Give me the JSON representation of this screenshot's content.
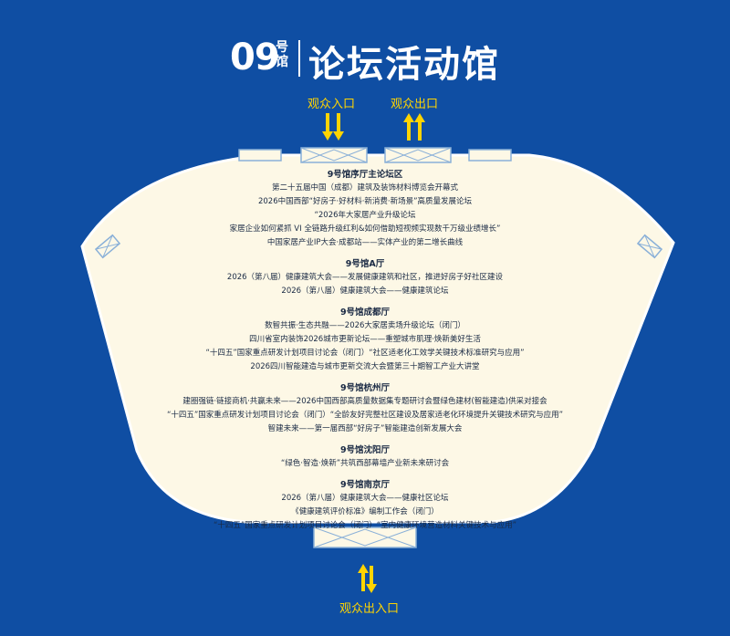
{
  "header": {
    "hall_number": "09",
    "hall_suffix_top": "号",
    "hall_suffix_bottom": "馆",
    "title": "论坛活动馆"
  },
  "colors": {
    "background": "#0f4ea3",
    "floor": "#fdf8e6",
    "accent": "#ffd400",
    "text": "#1a2a44"
  },
  "gates": {
    "entrance_label": "观众入口",
    "exit_label": "观众出口",
    "bottom_label": "观众出入口"
  },
  "icons": [
    "arrow-down-icon",
    "arrow-up-icon",
    "arrow-updown-icon"
  ],
  "zones": [
    {
      "title": "9号馆序厅主论坛区",
      "items": [
        "第二十五届中国（成都）建筑及装饰材料博览会开幕式",
        "2026中国西部“好房子·好材料·新消费·新场景”高质量发展论坛",
        "“2026年大家居产业升级论坛",
        "家居企业如何紧抓 VI 全链路升级红利&如何借助短视频实现数千万级业绩增长”",
        "中国家居产业IP大会·成都站——实体产业的第二增长曲线"
      ]
    },
    {
      "title": "9号馆A厅",
      "items": [
        "2026（第八届）健康建筑大会——发展健康建筑和社区，推进好房子好社区建设",
        "2026（第八届）健康建筑大会——健康建筑论坛"
      ]
    },
    {
      "title": "9号馆成都厅",
      "items": [
        "数智共振·生态共融——2026大家居卖场升级论坛（闭门）",
        "四川省室内装饰2026城市更新论坛——重塑城市肌理·焕新美好生活",
        "“十四五”国家重点研发计划项目讨论会（闭门）“社区适老化工效学关键技术标准研究与应用”",
        "2026四川智能建造与城市更新交流大会暨第三十期智工产业大讲堂"
      ]
    },
    {
      "title": "9号馆杭州厅",
      "items": [
        "建圈强链·链接商机·共赢未来——2026中国西部高质量数据集专题研讨会暨绿色建材(智能建造)供采对接会",
        "“十四五”国家重点研发计划项目讨论会（闭门）“全龄友好完整社区建设及居家适老化环境提升关键技术研究与应用”",
        "智建未来——第一届西部“好房子”智能建造创新发展大会"
      ]
    },
    {
      "title": "9号馆沈阳厅",
      "items": [
        "“绿色·智造·焕新”共筑西部幕墙产业新未来研讨会"
      ]
    },
    {
      "title": "9号馆南京厅",
      "items": [
        "2026（第八届）健康建筑大会——健康社区论坛",
        "《健康建筑评价标准》编制工作会（闭门）",
        "“十四五”国家重点研发计划项目讨论会（闭门）“室内健康环境营造材料关键技术与应用”"
      ]
    }
  ]
}
